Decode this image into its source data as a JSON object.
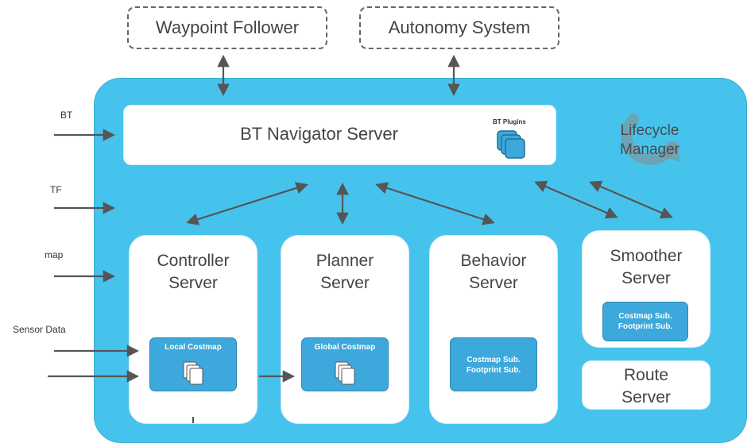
{
  "external": {
    "waypoint_follower": "Waypoint Follower",
    "autonomy_system": "Autonomy System"
  },
  "inputs": {
    "bt": "BT",
    "tf": "TF",
    "map": "map",
    "sensor_data": "Sensor Data"
  },
  "bt_navigator": {
    "title": "BT Navigator Server",
    "plugins_label": "BT Plugins"
  },
  "lifecycle_manager": {
    "line1": "Lifecycle",
    "line2": "Manager"
  },
  "servers": {
    "controller": {
      "line1": "Controller",
      "line2": "Server",
      "chip": "Local Costmap"
    },
    "planner": {
      "line1": "Planner",
      "line2": "Server",
      "chip": "Global Costmap"
    },
    "behavior": {
      "line1": "Behavior",
      "line2": "Server",
      "chip_line1": "Costmap Sub.",
      "chip_line2": "Footprint Sub."
    },
    "smoother": {
      "line1": "Smoother",
      "line2": "Server",
      "chip_line1": "Costmap Sub.",
      "chip_line2": "Footprint Sub."
    },
    "route": {
      "line1": "Route",
      "line2": "Server"
    }
  },
  "colors": {
    "panel": "#46c3ed",
    "chip": "#3da8dc",
    "arrow": "#555555"
  }
}
